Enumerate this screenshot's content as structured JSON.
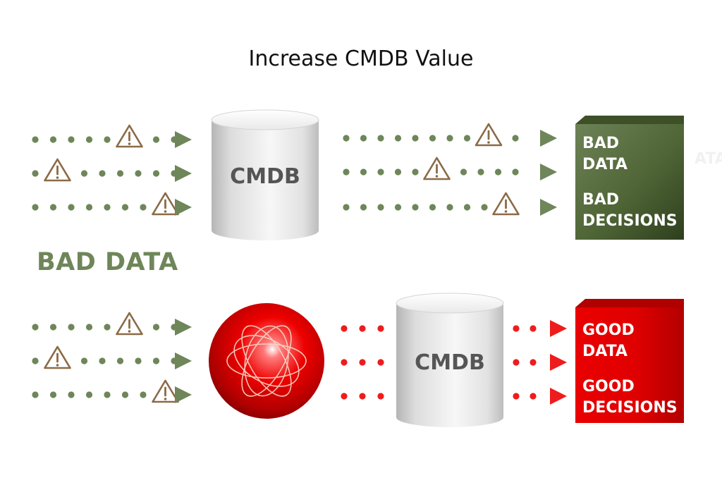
{
  "title": "Increase CMDB Value",
  "bad_data_label": "BAD DATA",
  "top_flow": {
    "cmdb_label": "CMDB",
    "result_box": {
      "line1": "BAD",
      "line2": "DATA",
      "line3": "BAD",
      "line4": "DECISIONS",
      "color": "#4f6536"
    }
  },
  "bottom_flow": {
    "cmdb_label": "CMDB",
    "result_box": {
      "line1": "GOOD",
      "line2": "DATA",
      "line3": "GOOD",
      "line4": "DECISIONS",
      "color": "#e00000"
    }
  },
  "ghost_text": "ATA",
  "colors": {
    "bad": "#6e8659",
    "warning": "#8a6a46",
    "good": "#ee1c1c"
  },
  "icons": [
    "warning-icon",
    "arrow-right-icon",
    "dot-icon",
    "cylinder-icon",
    "sphere-icon"
  ]
}
